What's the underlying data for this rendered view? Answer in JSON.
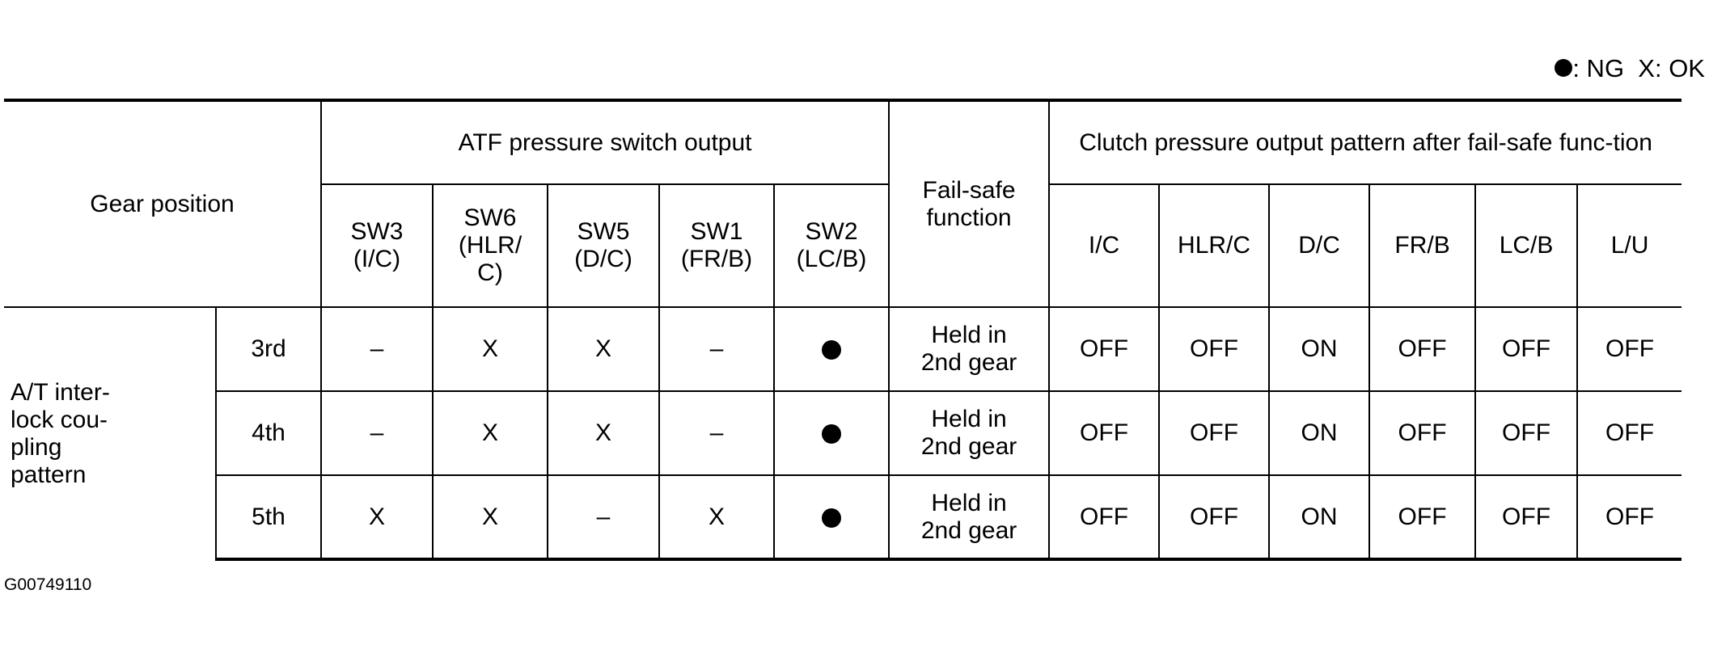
{
  "legend": {
    "ng_label": ": NG",
    "ok_label": "X: OK"
  },
  "headers": {
    "gear_position": "Gear position",
    "atf_group": "ATF pressure switch output",
    "fail_safe": "Fail-safe function",
    "clutch_group": "Clutch pressure output pattern after fail-safe func-tion",
    "switches": [
      "SW3 (I/C)",
      "SW6 (HLR/ C)",
      "SW5 (D/C)",
      "SW1 (FR/B)",
      "SW2 (LC/B)"
    ],
    "clutches": [
      "I/C",
      "HLR/C",
      "D/C",
      "FR/B",
      "LC/B",
      "L/U"
    ]
  },
  "group_label": "A/T inter-lock cou-pling pattern",
  "rows": [
    {
      "gear": "3rd",
      "switches": [
        "–",
        "X",
        "X",
        "–",
        "●"
      ],
      "fail_safe": "Held in 2nd gear",
      "clutches": [
        "OFF",
        "OFF",
        "ON",
        "OFF",
        "OFF",
        "OFF"
      ]
    },
    {
      "gear": "4th",
      "switches": [
        "–",
        "X",
        "X",
        "–",
        "●"
      ],
      "fail_safe": "Held in 2nd gear",
      "clutches": [
        "OFF",
        "OFF",
        "ON",
        "OFF",
        "OFF",
        "OFF"
      ]
    },
    {
      "gear": "5th",
      "switches": [
        "X",
        "X",
        "–",
        "X",
        "●"
      ],
      "fail_safe": "Held in 2nd gear",
      "clutches": [
        "OFF",
        "OFF",
        "ON",
        "OFF",
        "OFF",
        "OFF"
      ]
    }
  ],
  "figure_id": "G00749110"
}
